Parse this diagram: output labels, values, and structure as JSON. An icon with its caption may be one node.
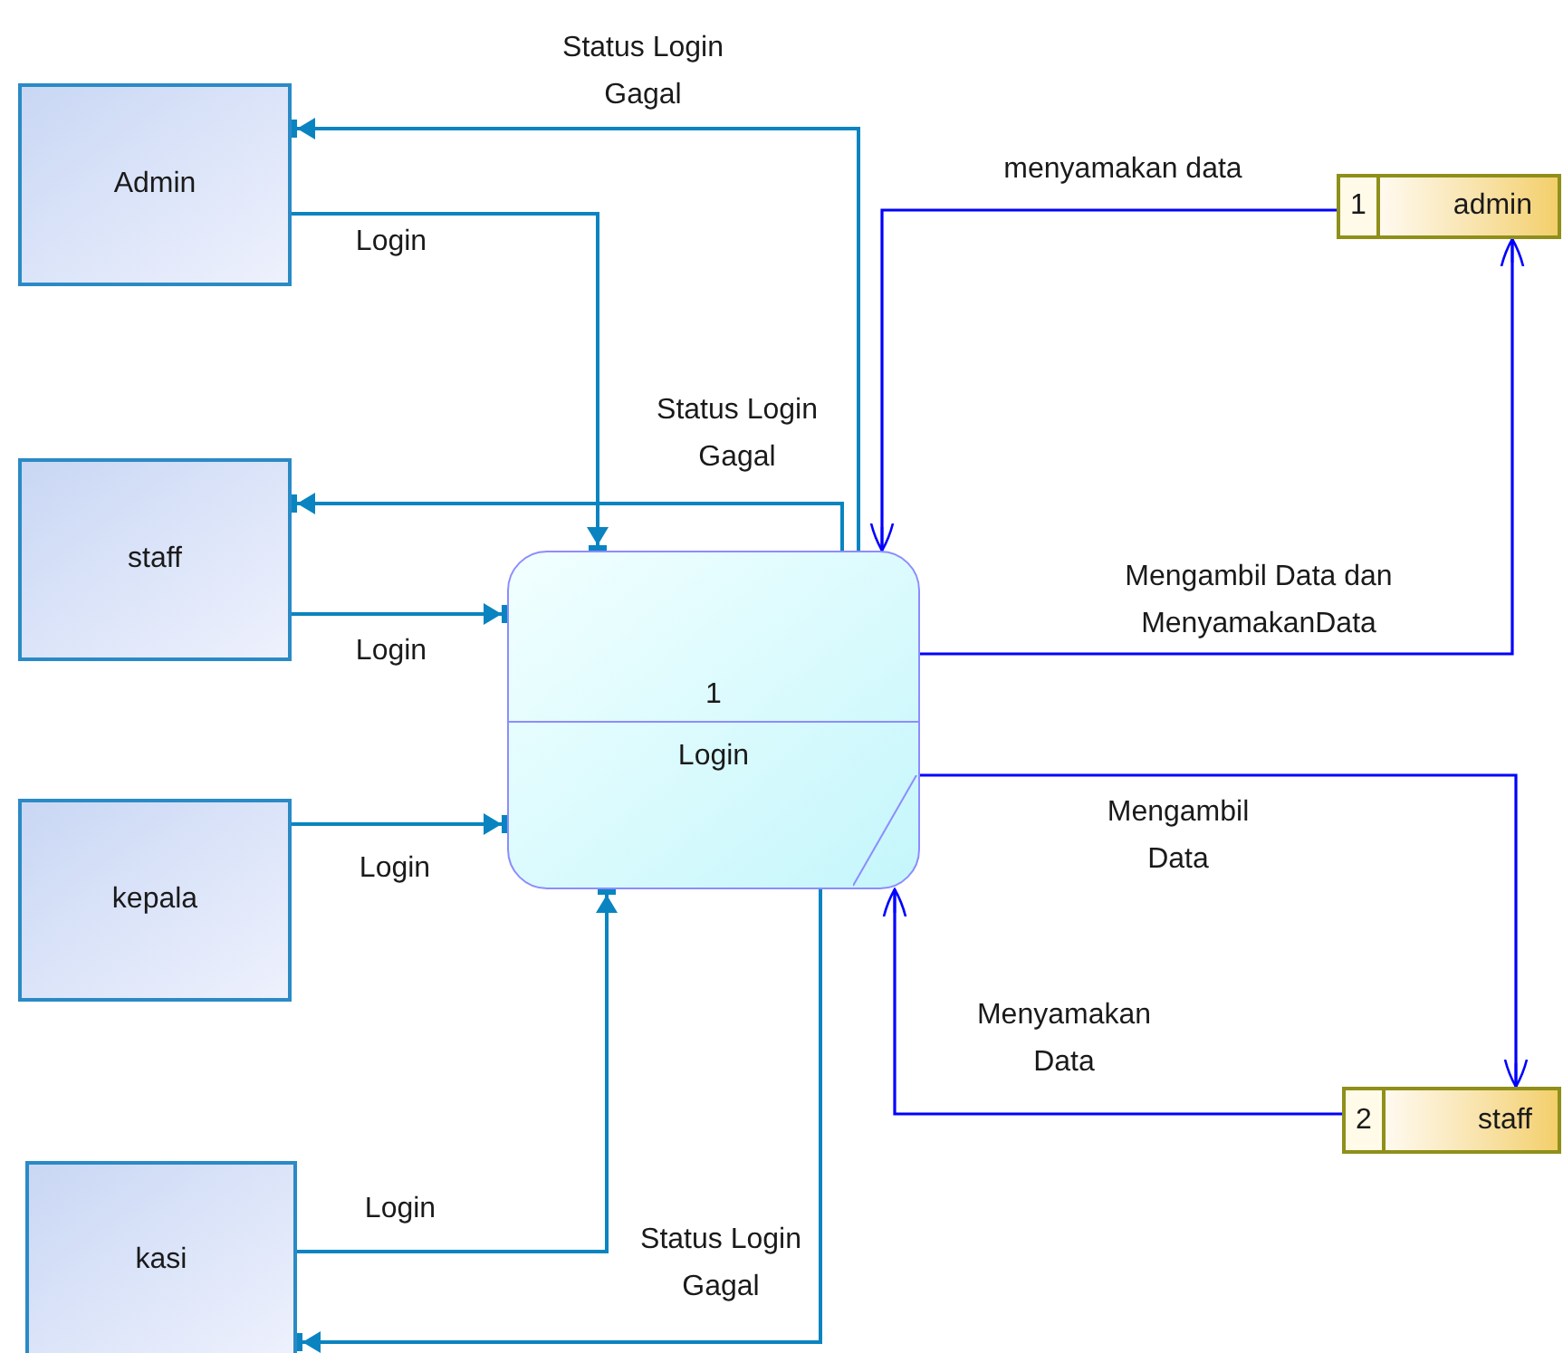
{
  "diagram": {
    "nodes": [
      {
        "text": [
          "Admin"
        ]
      },
      {
        "text": [
          "staff"
        ]
      },
      {
        "text": [
          "kepala"
        ]
      },
      {
        "text": [
          "kasi"
        ]
      },
      {
        "text": [
          "1",
          "Login"
        ]
      },
      {
        "text": [
          "1",
          "admin"
        ]
      },
      {
        "text": [
          "2",
          "staff"
        ]
      }
    ],
    "edges": [
      {
        "from": 4,
        "to": 0,
        "arrow": "to",
        "label": "Status Login Gagal"
      },
      {
        "from": 0,
        "to": 4,
        "arrow": "to",
        "label": "Login"
      },
      {
        "from": 4,
        "to": 1,
        "arrow": "to",
        "label": "Status Login Gagal"
      },
      {
        "from": 1,
        "to": 4,
        "arrow": "to",
        "label": "Login"
      },
      {
        "from": 2,
        "to": 4,
        "arrow": "to",
        "label": "Login"
      },
      {
        "from": 3,
        "to": 4,
        "arrow": "to",
        "label": "Login"
      },
      {
        "from": 4,
        "to": 3,
        "arrow": "to",
        "label": "Status Login Gagal"
      },
      {
        "from": 5,
        "to": 4,
        "arrow": "to",
        "label": "menyamakan data",
        "color": "#0000ff"
      },
      {
        "from": 4,
        "to": 5,
        "arrow": "to",
        "label": "Mengambil Data dan MenyamakanData",
        "color": "#0000ff"
      },
      {
        "from": 4,
        "to": 6,
        "arrow": "to",
        "label": "Mengambil Data",
        "color": "#0000ff"
      },
      {
        "from": 6,
        "to": 4,
        "arrow": "to",
        "label": "Menyamakan Data",
        "color": "#0000ff"
      }
    ]
  }
}
